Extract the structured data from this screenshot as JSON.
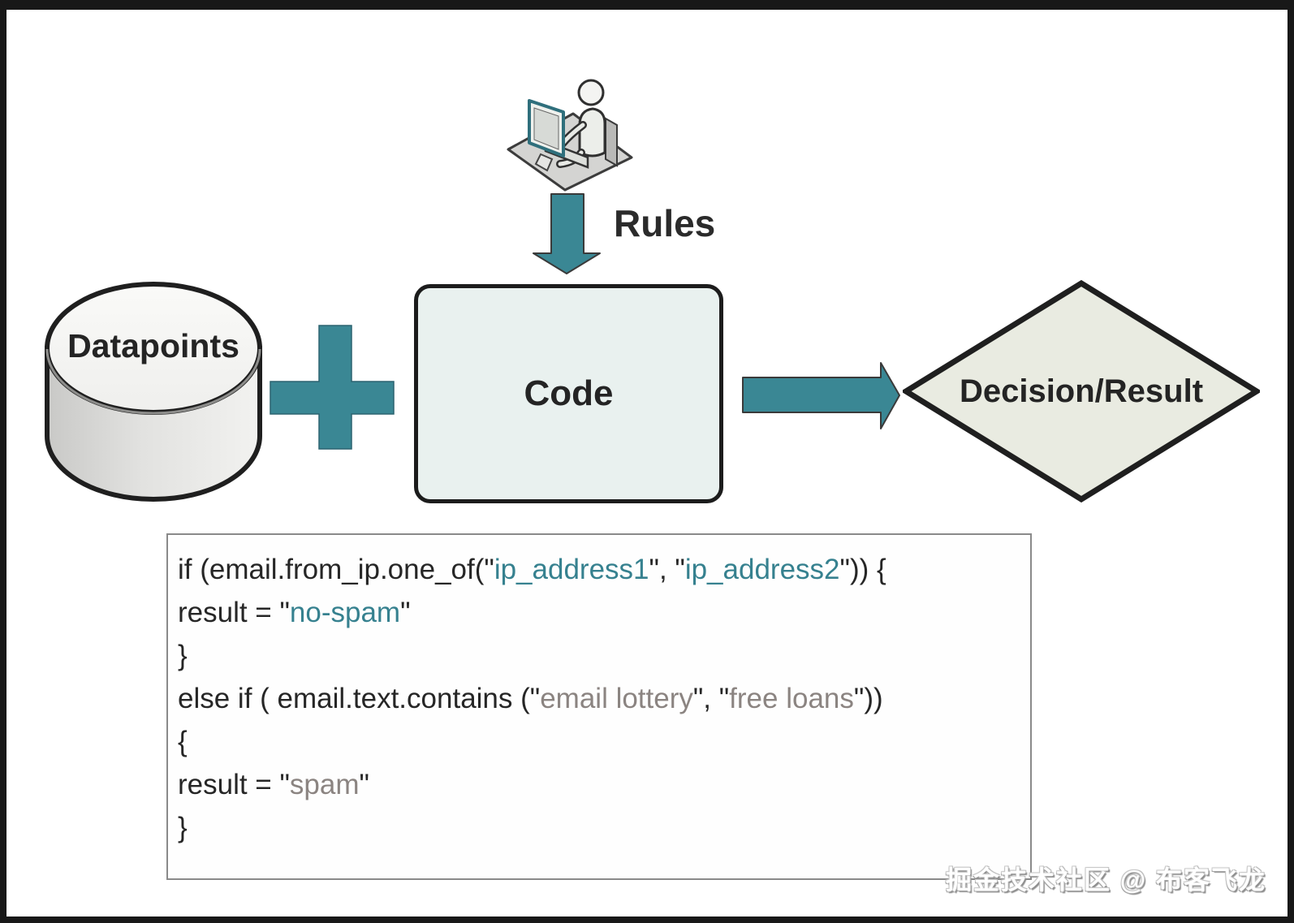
{
  "colors": {
    "teal": "#3a8794",
    "outline": "#1f1f1f",
    "code_box_fill": "#e9f1ef",
    "diamond_fill": "#e9ebe1",
    "code_text": "#262626",
    "string_teal": "#36818f",
    "string_gray": "#8b8481",
    "snippet_border": "#8a8a8a"
  },
  "diagram": {
    "rules_label": "Rules",
    "datapoints_label": "Datapoints",
    "code_label": "Code",
    "decision_label": "Decision/Result",
    "icons": {
      "person": "person-at-computer-icon",
      "down_arrow": "arrow-down-icon",
      "plus": "plus-icon",
      "right_arrow": "arrow-right-icon",
      "datapoints_shape": "database-cylinder",
      "decision_shape": "decision-diamond"
    }
  },
  "code_snippet": {
    "lines": [
      [
        {
          "t": "if (email.from_ip.one_of(\"",
          "c": "k"
        },
        {
          "t": "ip_address1",
          "c": "teal"
        },
        {
          "t": "\", \"",
          "c": "k"
        },
        {
          "t": "ip_address2",
          "c": "teal"
        },
        {
          "t": "\")) {",
          "c": "k"
        }
      ],
      [
        {
          "t": "result = \"",
          "c": "k"
        },
        {
          "t": "no-spam",
          "c": "teal"
        },
        {
          "t": "\"",
          "c": "k"
        }
      ],
      [
        {
          "t": "}",
          "c": "k"
        }
      ],
      [
        {
          "t": "else if ( email.text.contains (\"",
          "c": "k"
        },
        {
          "t": "email lottery",
          "c": "gray"
        },
        {
          "t": "\", \"",
          "c": "k"
        },
        {
          "t": "free loans",
          "c": "gray"
        },
        {
          "t": "\"))",
          "c": "k"
        }
      ],
      [
        {
          "t": "{",
          "c": "k"
        }
      ],
      [
        {
          "t": "result = \"",
          "c": "k"
        },
        {
          "t": "spam",
          "c": "gray"
        },
        {
          "t": "\"",
          "c": "k"
        }
      ],
      [
        {
          "t": "}",
          "c": "k"
        }
      ]
    ]
  },
  "watermark": "掘金技术社区 @ 布客飞龙"
}
